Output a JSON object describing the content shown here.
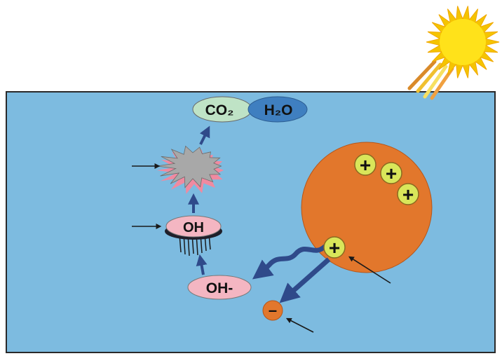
{
  "colors": {
    "water": "#7dbbe0",
    "border": "#2a2a2a",
    "sun_core": "#ffe21a",
    "sun_rays": "#f5c400",
    "particle": "#e2772c",
    "hole": "#d9e65a",
    "co2_fill": "#bfe3c6",
    "h2o_fill": "#3f7fc0",
    "oh_fill": "#f4b6c2",
    "pollutant": "#a8a8a8",
    "pollutant_edge": "#f08aa0",
    "arrow_dark": "#2f4a8a",
    "pointer": "#1a1a1a"
  },
  "labels": {
    "co2": "CO₂",
    "h2o": "H₂O",
    "oh_radical": "OH",
    "hydroxide": "OH-",
    "hole_symbol": "+",
    "electron_symbol": "–"
  },
  "icons": {
    "sun": "sun-icon",
    "pollutant": "pollutant-splat-icon"
  }
}
